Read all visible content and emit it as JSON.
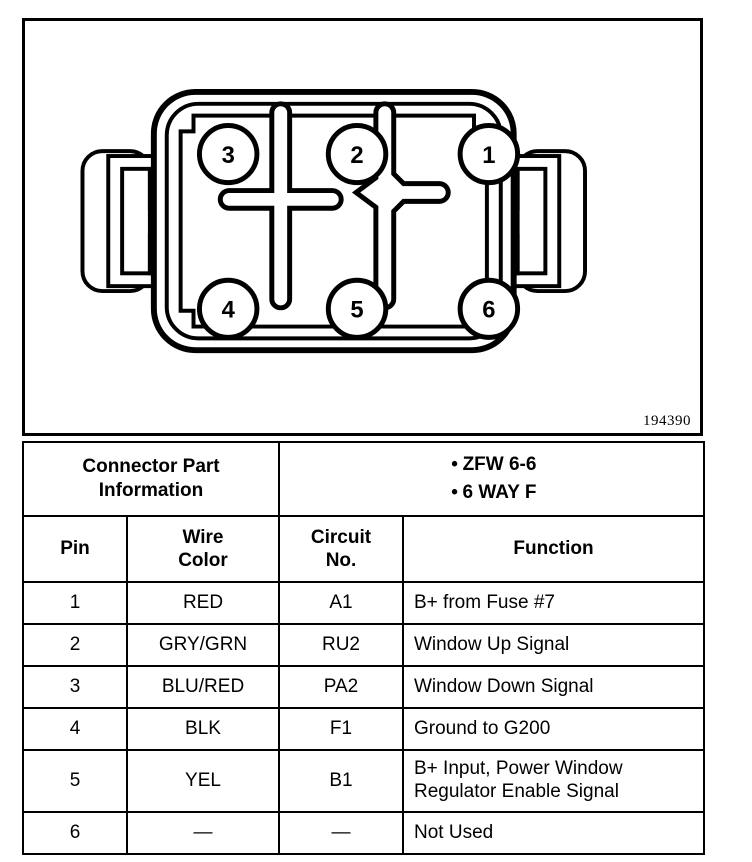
{
  "figure": {
    "id_number": "194390",
    "pins": [
      {
        "number": "1",
        "pos": "top-right"
      },
      {
        "number": "2",
        "pos": "top-center"
      },
      {
        "number": "3",
        "pos": "top-left"
      },
      {
        "number": "4",
        "pos": "bottom-left"
      },
      {
        "number": "5",
        "pos": "bottom-center"
      },
      {
        "number": "6",
        "pos": "bottom-right"
      }
    ],
    "keyways": [
      "cross-keyway",
      "arrow-keyway"
    ],
    "latches": [
      "left-latch",
      "right-latch"
    ]
  },
  "connector_info": {
    "label_line1": "Connector Part",
    "label_line2": "Information",
    "bullets": [
      "ZFW 6-6",
      "6 WAY F"
    ],
    "bullet_glyph": "•"
  },
  "table": {
    "headers": {
      "pin": {
        "line1": "",
        "line2": "Pin"
      },
      "wire": {
        "line1": "Wire",
        "line2": "Color"
      },
      "circuit": {
        "line1": "Circuit",
        "line2": "No."
      },
      "function": {
        "line1": "",
        "line2": "Function"
      }
    },
    "rows": [
      {
        "pin": "1",
        "wire_color": "RED",
        "circuit_no": "A1",
        "function_line1": "B+ from Fuse #7",
        "function_line2": ""
      },
      {
        "pin": "2",
        "wire_color": "GRY/GRN",
        "circuit_no": "RU2",
        "function_line1": "Window Up Signal",
        "function_line2": ""
      },
      {
        "pin": "3",
        "wire_color": "BLU/RED",
        "circuit_no": "PA2",
        "function_line1": "Window Down Signal",
        "function_line2": ""
      },
      {
        "pin": "4",
        "wire_color": "BLK",
        "circuit_no": "F1",
        "function_line1": "Ground to G200",
        "function_line2": ""
      },
      {
        "pin": "5",
        "wire_color": "YEL",
        "circuit_no": "B1",
        "function_line1": "B+ Input, Power Window",
        "function_line2": "Regulator Enable Signal"
      },
      {
        "pin": "6",
        "wire_color": "—",
        "circuit_no": "—",
        "function_line1": "Not Used",
        "function_line2": ""
      }
    ]
  },
  "colors": {
    "ink": "#000000",
    "paper": "#ffffff"
  }
}
